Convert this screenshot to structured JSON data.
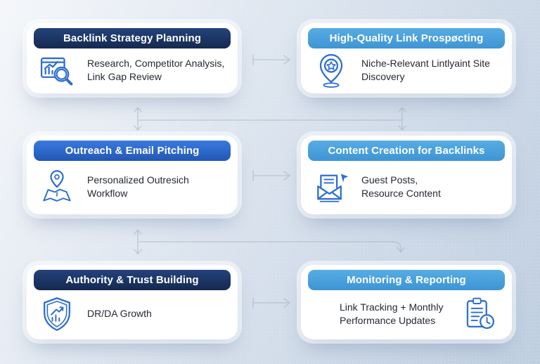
{
  "diagram": {
    "cards": [
      {
        "header": "Backlink Strategy Planning",
        "theme": "navy",
        "icon": "analytics-magnifier-icon",
        "lines": [
          "Research, Competitor Analysis,",
          "Link Gap Review"
        ]
      },
      {
        "header": "High-Quality Link Prospøcting",
        "theme": "sky",
        "icon": "pin-star-icon",
        "lines": [
          "Niche-Relevant Lintlyaint Site",
          "Discovery"
        ]
      },
      {
        "header": "Outreach & Email Pitching",
        "theme": "royal",
        "icon": "map-pin-icon",
        "lines": [
          "Personalized Outresich",
          "Workflow"
        ]
      },
      {
        "header": "Content Creation for Backlinks",
        "theme": "sky",
        "icon": "envelope-send-icon",
        "lines": [
          "Guest Posts,",
          "Resource Content"
        ]
      },
      {
        "header": "Authority & Trust Building",
        "theme": "navy",
        "icon": "shield-growth-icon",
        "lines": [
          "DR/DA Growth"
        ]
      },
      {
        "header": "Monitoring & Reporting",
        "theme": "sky",
        "icon": "clipboard-clock-icon",
        "lines": [
          "Link Tracking + Monthly",
          "Performance Updates"
        ]
      }
    ],
    "colors": {
      "navy_top": "#24437c",
      "navy_bottom": "#14294f",
      "royal_top": "#3a7ade",
      "royal_bottom": "#2257b5",
      "sky_top": "#57ace3",
      "sky_bottom": "#3d95d4",
      "icon": "#2e6fd0",
      "connector": "#9aa8bb",
      "card_bg": "#ffffff",
      "body_text": "#242933",
      "header_text": "#ffffff",
      "bg_start": "#f5f7fa",
      "bg_mid": "#dde5ef",
      "bg_end": "#bfcee0"
    }
  }
}
